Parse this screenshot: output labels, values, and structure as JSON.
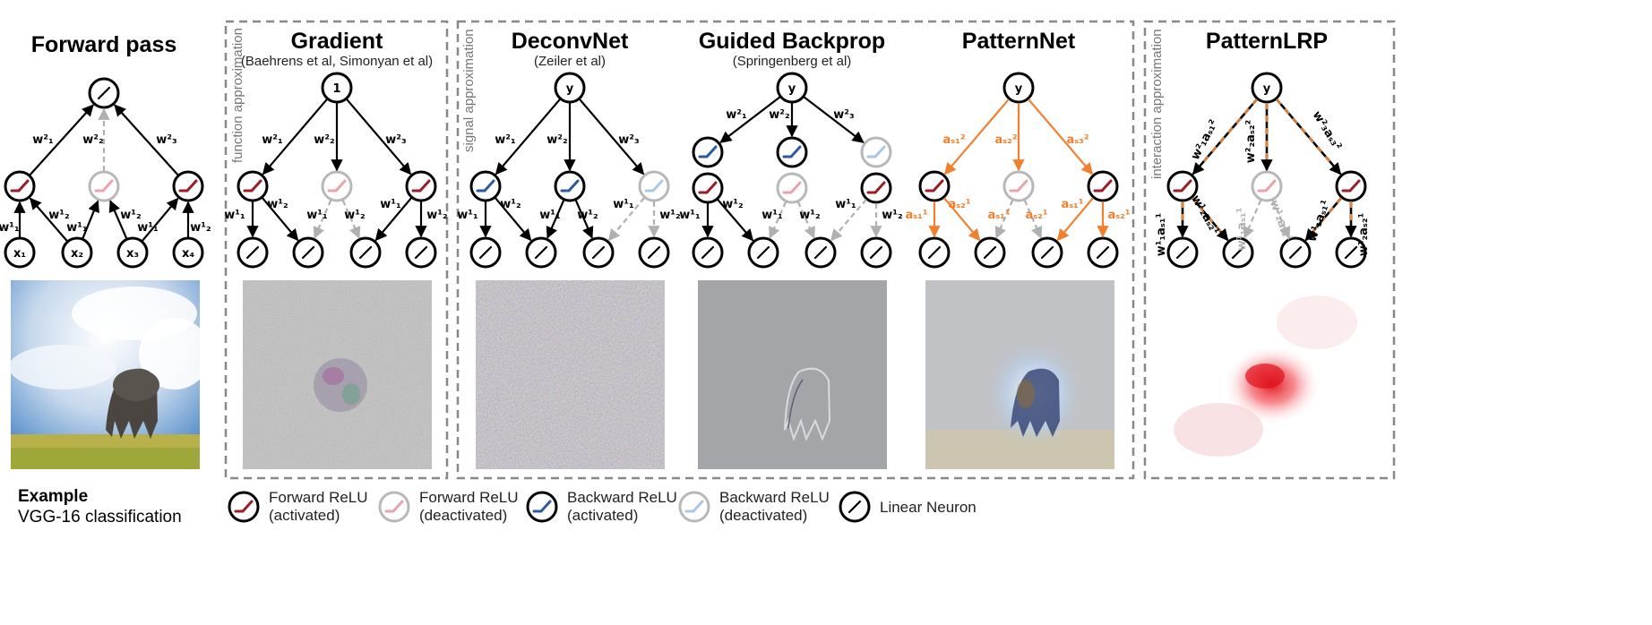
{
  "forward": {
    "title": "Forward pass",
    "inputs": [
      "x₁",
      "x₂",
      "x₃",
      "x₄"
    ],
    "weights_top": [
      "w²₁",
      "w²₂",
      "w²₃"
    ],
    "weights_bottom": [
      "w¹₁",
      "w¹₂",
      "w¹₁",
      "w¹₂",
      "w¹₁",
      "w¹₂"
    ]
  },
  "gradient": {
    "title": "Gradient",
    "subtitle": "(Baehrens et al, Simonyan et al)",
    "side_label": "function approximation",
    "root_label": "1",
    "weights_top": [
      "w²₁",
      "w²₂",
      "w²₃"
    ],
    "weights_bottom": [
      "w¹₁",
      "w¹₂",
      "w¹₁",
      "w¹₂",
      "w¹₁",
      "w¹₂"
    ]
  },
  "signal_group": {
    "side_label": "signal approximation"
  },
  "deconvnet": {
    "title": "DeconvNet",
    "subtitle": "(Zeiler et al)",
    "root_label": "y",
    "weights_top": [
      "w²₁",
      "w²₂",
      "w²₃"
    ],
    "weights_bottom": [
      "w¹₁",
      "w¹₂",
      "w¹₁",
      "w¹₂",
      "w¹₁",
      "w¹₂"
    ]
  },
  "guided": {
    "title": "Guided Backprop",
    "subtitle": "(Springenberg et al)",
    "root_label": "y",
    "weights_top": [
      "w²₁",
      "w²₂",
      "w²₃"
    ],
    "weights_bottom": [
      "w¹₁",
      "w¹₂",
      "w¹₁",
      "w¹₂",
      "w¹₁",
      "w¹₂"
    ]
  },
  "patternnet": {
    "title": "PatternNet",
    "root_label": "y",
    "weights_top": [
      "aₛ₁²",
      "aₛ₂²",
      "aₛ₃²"
    ],
    "weights_bottom": [
      "aₛ₁¹",
      "aₛ₂¹",
      "aₛ₁¹",
      "aₛ₂¹",
      "aₛ₁¹",
      "aₛ₂¹"
    ]
  },
  "patternlrp": {
    "title": "PatternLRP",
    "side_label": "interaction approximation",
    "root_label": "y",
    "weights_top": [
      "w²₁aₛ₁²",
      "w²₂aₛ₂²",
      "w²₃aₛ₃²"
    ],
    "weights_bottom": [
      "w¹₁aₛ₁¹",
      "w¹₂aₛ₂¹",
      "w¹₁aₛ₁¹",
      "w¹₂aₛ₂¹",
      "w¹₁aₛ₁¹",
      "w¹₂aₛ₂¹"
    ]
  },
  "example": {
    "title": "Example",
    "subtitle": "VGG-16 classification"
  },
  "legend": [
    {
      "line1": "Forward ReLU",
      "line2": "(activated)",
      "icon": "forward-relu-activated-icon"
    },
    {
      "line1": "Forward ReLU",
      "line2": "(deactivated)",
      "icon": "forward-relu-deactivated-icon"
    },
    {
      "line1": "Backward ReLU",
      "line2": "(activated)",
      "icon": "backward-relu-activated-icon"
    },
    {
      "line1": "Backward ReLU",
      "line2": "(deactivated)",
      "icon": "backward-relu-deactivated-icon"
    },
    {
      "line1": "Linear Neuron",
      "line2": "",
      "icon": "linear-neuron-icon"
    }
  ],
  "colors": {
    "forward_active": "#9b1c24",
    "forward_inactive": "#e8a3ad",
    "backward_active": "#2b5b9e",
    "backward_inactive": "#a9c7e6",
    "orange": "#f08030",
    "gray_edge": "#b0b0b0",
    "box_border": "#888888"
  }
}
